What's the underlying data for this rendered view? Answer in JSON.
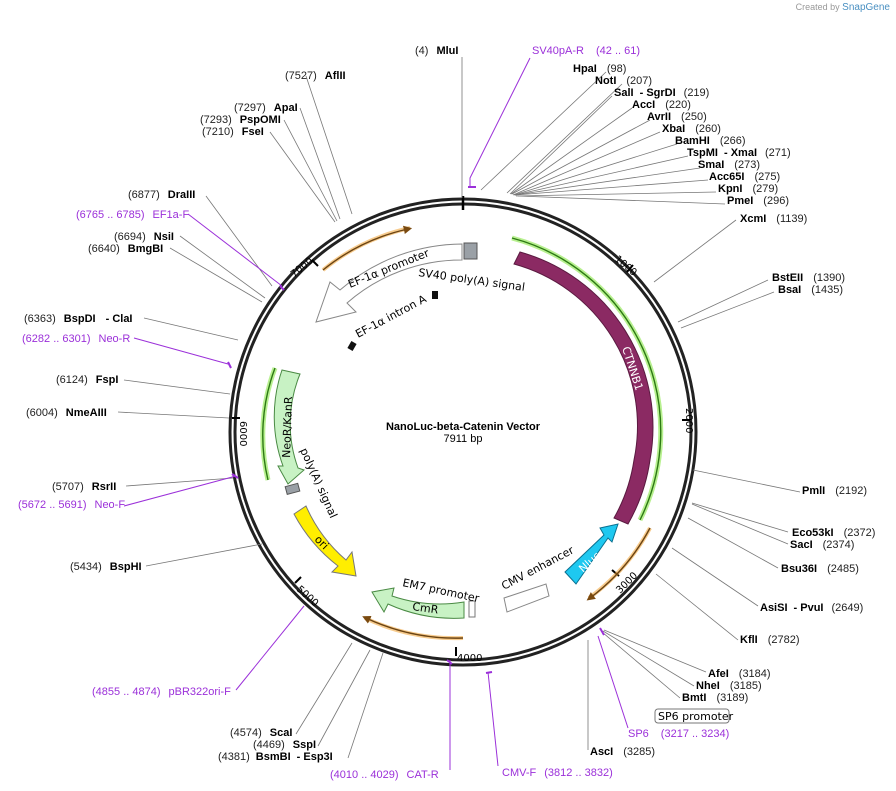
{
  "credit": {
    "prefix": "Created by",
    "brand": "SnapGene"
  },
  "vector": {
    "name": "NanoLuc-beta-Catenin Vector",
    "size": "7911 bp"
  },
  "ticks": [
    "1000",
    "2000",
    "3000",
    "4000",
    "5000",
    "6000",
    "7000"
  ],
  "enzymes": [
    {
      "id": "mlui",
      "pos": "(4)",
      "name": "MluI"
    },
    {
      "id": "hpai",
      "pos": "(98)",
      "name": "HpaI"
    },
    {
      "id": "noti",
      "pos": "(207)",
      "name": "NotI"
    },
    {
      "id": "sali",
      "pos": "(219)",
      "name": "SalI",
      "name2": "SgrDI"
    },
    {
      "id": "acci",
      "pos": "(220)",
      "name": "AccI"
    },
    {
      "id": "avrii",
      "pos": "(250)",
      "name": "AvrII"
    },
    {
      "id": "xbai",
      "pos": "(260)",
      "name": "XbaI"
    },
    {
      "id": "bamhi",
      "pos": "(266)",
      "name": "BamHI"
    },
    {
      "id": "tspmi",
      "pos": "(271)",
      "name": "TspMI",
      "name2": "XmaI"
    },
    {
      "id": "smai",
      "pos": "(273)",
      "name": "SmaI"
    },
    {
      "id": "acc65i",
      "pos": "(275)",
      "name": "Acc65I"
    },
    {
      "id": "kpni",
      "pos": "(279)",
      "name": "KpnI"
    },
    {
      "id": "pmei",
      "pos": "(296)",
      "name": "PmeI"
    },
    {
      "id": "xcmi",
      "pos": "(1139)",
      "name": "XcmI"
    },
    {
      "id": "bsteii",
      "pos": "(1390)",
      "name": "BstEII"
    },
    {
      "id": "bsai",
      "pos": "(1435)",
      "name": "BsaI"
    },
    {
      "id": "pmli",
      "pos": "(2192)",
      "name": "PmlI"
    },
    {
      "id": "eco53ki",
      "pos": "(2372)",
      "name": "Eco53kI"
    },
    {
      "id": "saci",
      "pos": "(2374)",
      "name": "SacI"
    },
    {
      "id": "bsu36i",
      "pos": "(2485)",
      "name": "Bsu36I"
    },
    {
      "id": "asisi",
      "pos": "(2649)",
      "name": "AsiSI",
      "name2": "PvuI"
    },
    {
      "id": "kfli",
      "pos": "(2782)",
      "name": "KflI"
    },
    {
      "id": "afei",
      "pos": "(3184)",
      "name": "AfeI"
    },
    {
      "id": "nhei",
      "pos": "(3185)",
      "name": "NheI"
    },
    {
      "id": "bmti",
      "pos": "(3189)",
      "name": "BmtI"
    },
    {
      "id": "asci",
      "pos": "(3285)",
      "name": "AscI"
    },
    {
      "id": "bsmbi",
      "pos": "(4381)",
      "name": "BsmBI",
      "name2": "Esp3I"
    },
    {
      "id": "sspi",
      "pos": "(4469)",
      "name": "SspI"
    },
    {
      "id": "scai",
      "pos": "(4574)",
      "name": "ScaI"
    },
    {
      "id": "bsphi",
      "pos": "(5434)",
      "name": "BspHI"
    },
    {
      "id": "rsrii",
      "pos": "(5707)",
      "name": "RsrII"
    },
    {
      "id": "nmeaiii",
      "pos": "(6004)",
      "name": "NmeAIII"
    },
    {
      "id": "fspi",
      "pos": "(6124)",
      "name": "FspI"
    },
    {
      "id": "bspdi",
      "pos": "(6363)",
      "name": "BspDI",
      "name2": "ClaI"
    },
    {
      "id": "bmgbi",
      "pos": "(6640)",
      "name": "BmgBI"
    },
    {
      "id": "nsii",
      "pos": "(6694)",
      "name": "NsiI"
    },
    {
      "id": "draiii",
      "pos": "(6877)",
      "name": "DraIII"
    },
    {
      "id": "fsei",
      "pos": "(7210)",
      "name": "FseI"
    },
    {
      "id": "pspomi",
      "pos": "(7293)",
      "name": "PspOMI"
    },
    {
      "id": "apai",
      "pos": "(7297)",
      "name": "ApaI"
    },
    {
      "id": "aflii",
      "pos": "(7527)",
      "name": "AflII"
    }
  ],
  "primers": [
    {
      "id": "sv40pa-r",
      "name": "SV40pA-R",
      "range": "(42 .. 61)"
    },
    {
      "id": "sp6",
      "name": "SP6",
      "range": "(3217 .. 3234)"
    },
    {
      "id": "cmv-f",
      "name": "CMV-F",
      "range": "(3812 .. 3832)"
    },
    {
      "id": "cat-r",
      "name": "CAT-R",
      "range": "(4010 .. 4029)"
    },
    {
      "id": "pbr322ori-f",
      "name": "pBR322ori-F",
      "range": "(4855 .. 4874)"
    },
    {
      "id": "neo-f",
      "name": "Neo-F",
      "range": "(5672 .. 5691)"
    },
    {
      "id": "neo-r",
      "name": "Neo-R",
      "range": "(6282 .. 6301)"
    },
    {
      "id": "ef1a-f",
      "name": "EF1a-F",
      "range": "(6765 .. 6785)"
    }
  ],
  "features": {
    "sp6_promoter": "SP6 promoter",
    "sv40_polya": "SV40 poly(A) signal",
    "ef1a_promoter": "EF-1α promoter",
    "ef1a_intron": "EF-1α intron A",
    "ctnnb1": "CTNNB1",
    "nluc": "Nluc",
    "cmv_enhancer": "CMV enhancer",
    "neor": "NeoR/KanR",
    "polya": "poly(A) signal",
    "ori": "ori",
    "em7": "EM7 promoter",
    "cmr": "CmR"
  },
  "colors": {
    "ctnnb1": "#8b2a63",
    "nluc": "#1ec8f0",
    "ori": "#ffee00",
    "marker": "#c8f2c4",
    "primer": "#9b30d9",
    "orange_arc": "#f0a030",
    "green_arc": "#2d9e1a"
  }
}
